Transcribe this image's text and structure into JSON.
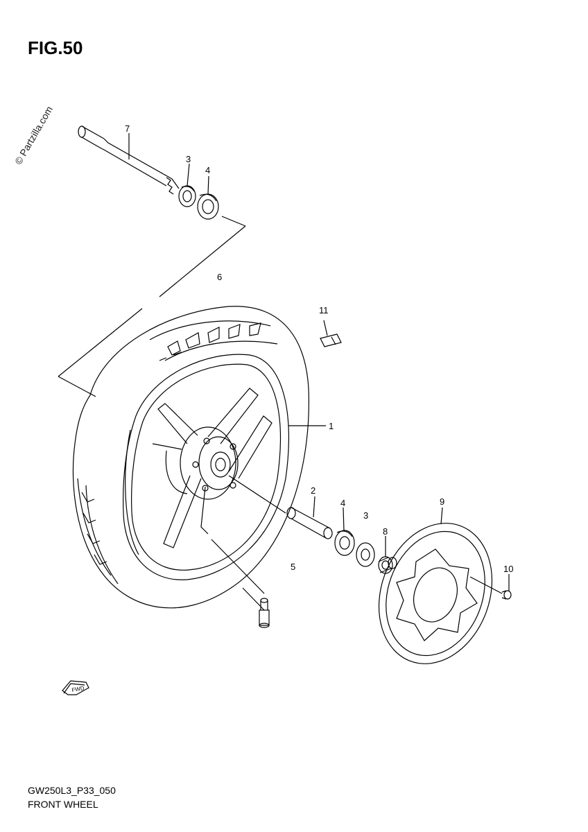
{
  "title": "FIG.50",
  "watermark": "© Partzilla.com",
  "footer": {
    "code": "GW250L3_P33_050",
    "name": "FRONT WHEEL"
  },
  "fwd_label": "FWD",
  "callouts": [
    "1",
    "2",
    "3",
    "3",
    "4",
    "4",
    "5",
    "6",
    "7",
    "8",
    "9",
    "10",
    "11"
  ]
}
